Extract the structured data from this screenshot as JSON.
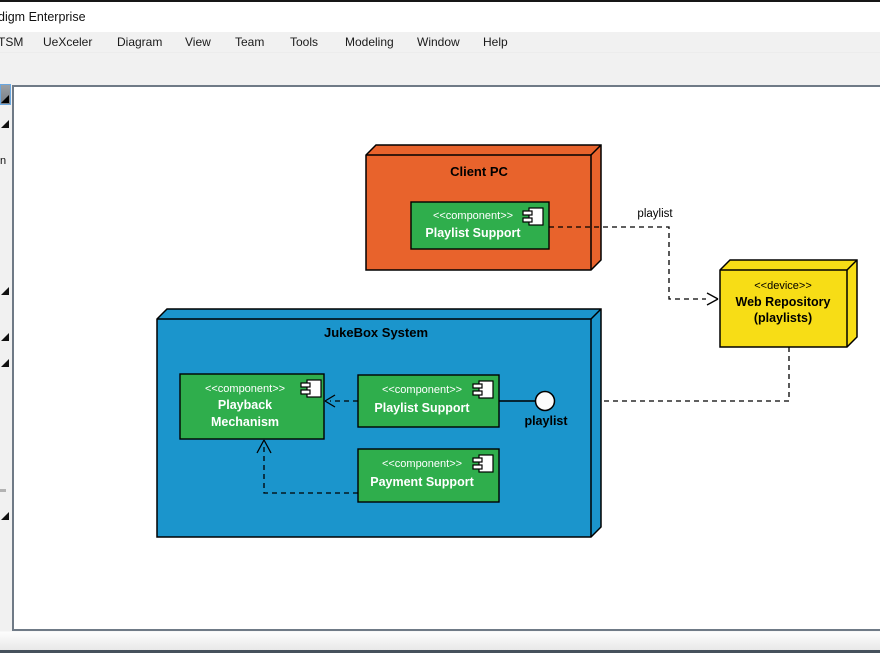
{
  "window": {
    "title": "digm Enterprise"
  },
  "menubar": {
    "items": [
      "TSM",
      "UeXceler",
      "Diagram",
      "View",
      "Team",
      "Tools",
      "Modeling",
      "Window",
      "Help"
    ]
  },
  "palette": {
    "cut_label": "n"
  },
  "diagram": {
    "component_color": "#2FAE4C",
    "client_pc": {
      "title": "Client PC",
      "color": "#E8632C",
      "component": {
        "stereotype": "<<component>>",
        "name": "Playlist Support"
      }
    },
    "web_repository": {
      "stereotype": "<<device>>",
      "name_line1": "Web Repository",
      "name_line2": "(playlists)",
      "color": "#F7DD16"
    },
    "jukebox": {
      "title": "JukeBox System",
      "color": "#1B95CC",
      "components": [
        {
          "stereotype": "<<component>>",
          "name_line1": "Playback",
          "name_line2": "Mechanism"
        },
        {
          "stereotype": "<<component>>",
          "name": "Playlist Support"
        },
        {
          "stereotype": "<<component>>",
          "name": "Payment Support"
        }
      ]
    },
    "connector_labels": {
      "client_to_repo": "playlist",
      "lollipop": "playlist"
    }
  }
}
